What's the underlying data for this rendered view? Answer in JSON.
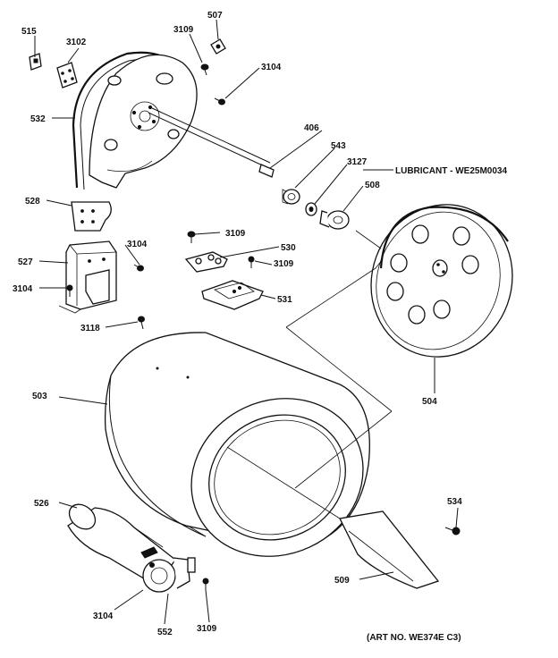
{
  "diagram": {
    "labels": {
      "p515": "515",
      "p3102": "3102",
      "p3109_top": "3109",
      "p507": "507",
      "p3104_top": "3104",
      "p532": "532",
      "p406": "406",
      "p543": "543",
      "p3127": "3127",
      "lubricant": "LUBRICANT - WE25M0034",
      "p508": "508",
      "p528": "528",
      "p3104_bracket": "3104",
      "p527": "527",
      "p3104_left": "3104",
      "p3109_mid": "3109",
      "p530": "530",
      "p3109_mid2": "3109",
      "p531": "531",
      "p3118": "3118",
      "p503": "503",
      "p504": "504",
      "p534": "534",
      "p526": "526",
      "p509": "509",
      "p3104_bottom": "3104",
      "p552": "552",
      "p3109_bottom": "3109",
      "art_no": "(ART NO. WE374E C3)"
    }
  }
}
